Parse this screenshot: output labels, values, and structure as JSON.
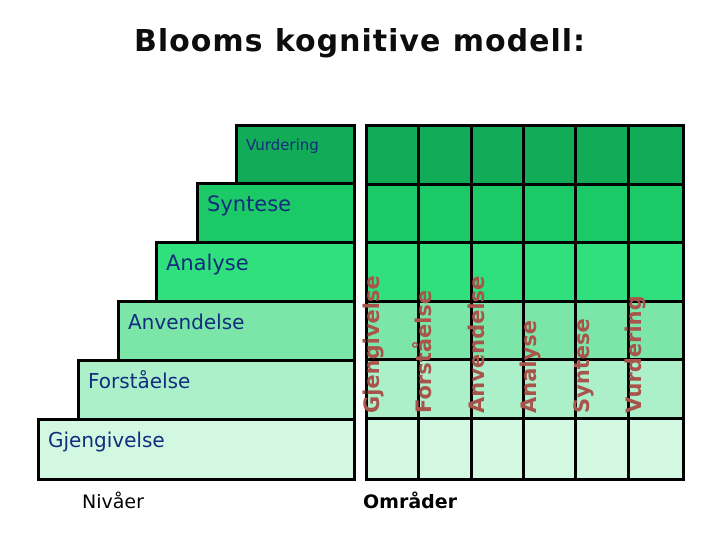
{
  "title": "Blooms kognitive modell:",
  "staircase": {
    "axis_label": "Nivåer",
    "steps": [
      {
        "label": "Vurdering",
        "color": "#12AB58"
      },
      {
        "label": "Syntese",
        "color": "#1CC967"
      },
      {
        "label": "Analyse",
        "color": "#2FE07C"
      },
      {
        "label": "Anvendelse",
        "color": "#7CE6A9"
      },
      {
        "label": "Forståelse",
        "color": "#ACF0CA"
      },
      {
        "label": "Gjengivelse",
        "color": "#D2F8E2"
      }
    ]
  },
  "grid": {
    "axis_label": "Områder",
    "columns": [
      "Gjengivelse",
      "Forståelse",
      "Anvendelse",
      "Analyse",
      "Syntese",
      "Vurdering"
    ],
    "rows": 6,
    "row_colors": [
      "#12AB58",
      "#1CC967",
      "#2FE07C",
      "#7CE6A9",
      "#ACF0CA",
      "#D2F8E2"
    ],
    "label_color": "#A9544B"
  },
  "colors": {
    "step_text": "#142C7E",
    "border": "#000000",
    "title_text": "#0D0D0D"
  }
}
